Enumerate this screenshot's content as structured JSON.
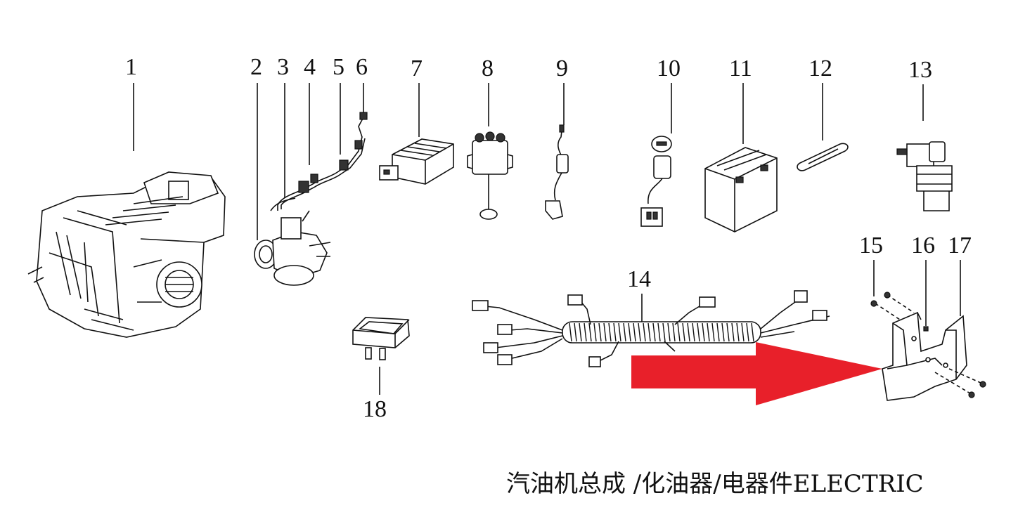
{
  "caption": "汽油机总成 /化油器/电器件ELECTRIC",
  "callouts": [
    "1",
    "2",
    "3",
    "4",
    "5",
    "6",
    "7",
    "8",
    "9",
    "10",
    "11",
    "12",
    "13",
    "14",
    "15",
    "16",
    "17",
    "18"
  ],
  "colors": {
    "arrow": "#e8202a",
    "line": "#111111"
  },
  "icons": {
    "arrow": "arrow-right-icon"
  }
}
